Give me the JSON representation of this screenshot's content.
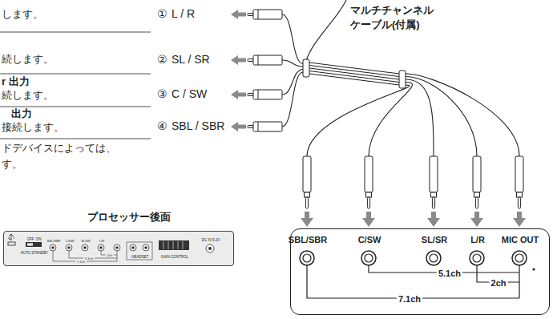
{
  "diagram": {
    "nodes": [
      {
        "text": [
          "プロセッサー後面",
          "OFF",
          "ON",
          "AUTO STANDBY",
          "SBL/SBR",
          "C/SW",
          "SL/SR",
          "L/R",
          "2ch",
          "5.1ch",
          "7.1ch",
          "HEADSET",
          "GAIN CONTROL",
          "DC IN 5.2V"
        ]
      },
      {
        "text": [
          "SBL/SBR",
          "C/SW",
          "SL/SR",
          "L/R",
          "MIC OUT",
          "5.1ch",
          "2ch",
          "7.1ch"
        ]
      }
    ],
    "labels": [
      "します。",
      "①",
      "L / R",
      "続します。",
      "②",
      "SL / SR",
      "r 出力",
      "続します。",
      "③",
      "C / SW",
      "出力",
      "接続します。",
      "④",
      "SBL / SBR",
      "ドデバイスによっては、",
      "す。",
      "マルチチャンネル ケーブル(付属)"
    ]
  }
}
